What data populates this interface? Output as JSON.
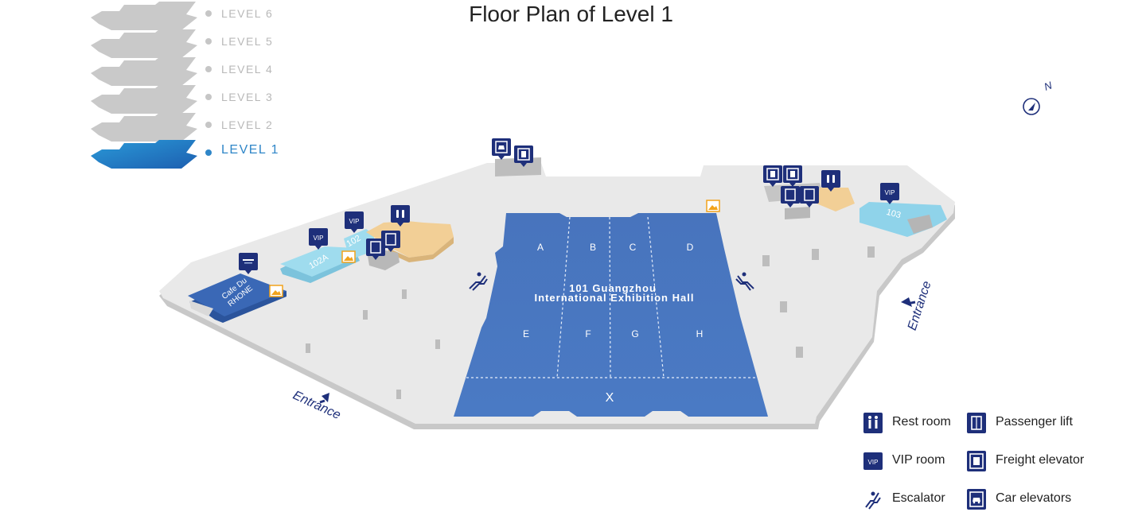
{
  "title": "Floor Plan of Level 1",
  "levels": [
    {
      "label": "LEVEL 6",
      "active": false
    },
    {
      "label": "LEVEL 5",
      "active": false
    },
    {
      "label": "LEVEL 4",
      "active": false
    },
    {
      "label": "LEVEL 3",
      "active": false
    },
    {
      "label": "LEVEL 2",
      "active": false
    },
    {
      "label": "LEVEL 1",
      "active": true
    }
  ],
  "hall": {
    "name_line1": "101 Guangzhou",
    "name_line2": "International Exhibition Hall",
    "zones_top": [
      "A",
      "B",
      "C",
      "D"
    ],
    "zones_bottom": [
      "E",
      "F",
      "G",
      "H"
    ],
    "zone_front": "X"
  },
  "rooms": {
    "room_102": "102",
    "room_102a": "102A",
    "room_103": "103",
    "cafe_line1": "Cafe Du",
    "cafe_line2": "RHONE",
    "vip_tag": "VIP"
  },
  "entrances": {
    "south": "Entrance",
    "east": "Entrance"
  },
  "compass": {
    "north_label": "N"
  },
  "legend": {
    "restroom": "Rest room",
    "vip": "VIP room",
    "escalator": "Escalator",
    "passenger_lift": "Passenger lift",
    "freight_elevator": "Freight elevator",
    "car_elevators": "Car elevators"
  },
  "colors": {
    "hall_blue": "#4a78c0",
    "floor_gray": "#e9e9e9",
    "vip_cyan": "#8fd3ea",
    "restroom_tan": "#f2cf96",
    "cafe_blue": "#3a68b6",
    "icon_navy": "#1e2f7a",
    "active_level": "#2f86c8"
  },
  "icons": [
    "restroom-icon",
    "vip-icon",
    "escalator-icon",
    "passenger-lift-icon",
    "freight-elevator-icon",
    "car-elevator-icon",
    "photo-spot-icon",
    "compass-icon"
  ]
}
